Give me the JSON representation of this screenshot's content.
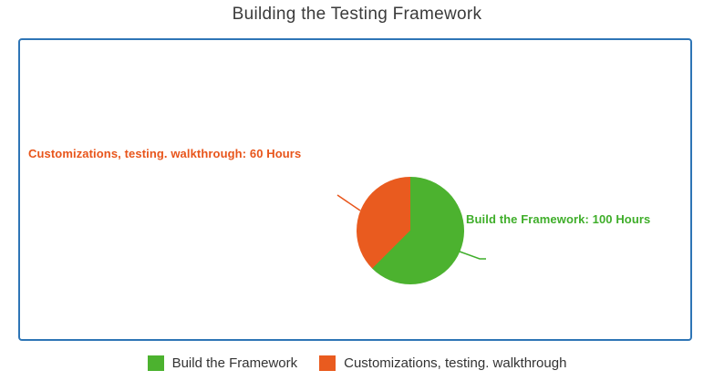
{
  "title": "Building the Testing Framework",
  "frame": {
    "border_color": "#2e75b6"
  },
  "chart_data": {
    "type": "pie",
    "title": "Building the Testing Framework",
    "unit": "Hours",
    "total": 160,
    "start_angle_deg": 0,
    "direction": "clockwise",
    "legend_position": "bottom",
    "series": [
      {
        "label": "Build the Framework",
        "value": 100,
        "color": "#4cb22f",
        "label_color": "#3fae2a",
        "callout": "Build the Framework: 100 Hours"
      },
      {
        "label": "Customizations, testing. walkthrough",
        "value": 60,
        "color": "#e95b1f",
        "label_color": "#e8551b",
        "callout": "Customizations, testing. walkthrough: 60 Hours"
      }
    ]
  },
  "legend": {
    "items": [
      {
        "label": "Build the Framework",
        "color": "#4cb22f"
      },
      {
        "label": "Customizations, testing. walkthrough",
        "color": "#e95b1f"
      }
    ]
  }
}
